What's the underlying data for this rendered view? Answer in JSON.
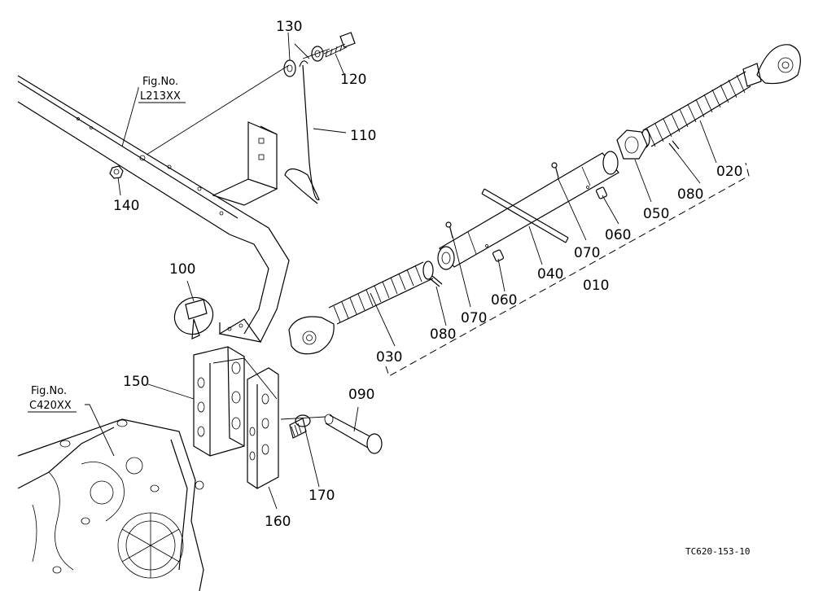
{
  "parts": [
    {
      "id": "020",
      "label": "020"
    },
    {
      "id": "030",
      "label": "030"
    },
    {
      "id": "040",
      "label": "040"
    },
    {
      "id": "050",
      "label": "050"
    },
    {
      "id": "060a",
      "label": "060"
    },
    {
      "id": "060b",
      "label": "060"
    },
    {
      "id": "070a",
      "label": "070"
    },
    {
      "id": "070b",
      "label": "070"
    },
    {
      "id": "080a",
      "label": "080"
    },
    {
      "id": "080b",
      "label": "080"
    },
    {
      "id": "010",
      "label": "010"
    },
    {
      "id": "090",
      "label": "090"
    },
    {
      "id": "100",
      "label": "100"
    },
    {
      "id": "110",
      "label": "110"
    },
    {
      "id": "120",
      "label": "120"
    },
    {
      "id": "130",
      "label": "130"
    },
    {
      "id": "140",
      "label": "140"
    },
    {
      "id": "150",
      "label": "150"
    },
    {
      "id": "160",
      "label": "160"
    },
    {
      "id": "170",
      "label": "170"
    }
  ],
  "references": [
    {
      "prefix": "Fig.No.",
      "code": "L213XX"
    },
    {
      "prefix": "Fig.No.",
      "code": "C420XX"
    }
  ],
  "drawing_code": "TC620-153-10"
}
